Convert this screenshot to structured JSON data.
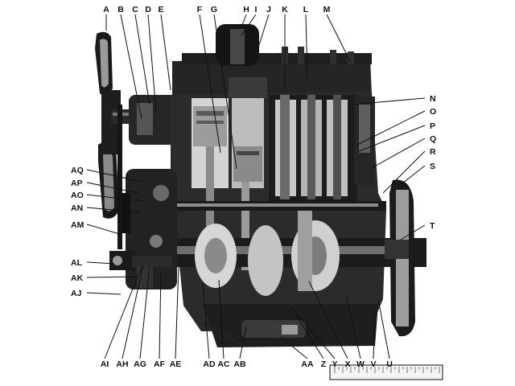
{
  "labels": {
    "top": [
      "A",
      "B",
      "C",
      "D",
      "E",
      "F",
      "G",
      "H",
      "I",
      "J",
      "K",
      "L",
      "M"
    ],
    "right": [
      "N",
      "O",
      "P",
      "Q",
      "R",
      "S",
      "T"
    ],
    "bottom": [
      "U",
      "V",
      "W",
      "X",
      "Y",
      "Z",
      "AA",
      "AB",
      "AC",
      "AD",
      "AE",
      "AF",
      "AG",
      "AH",
      "AI"
    ],
    "left": [
      "AJ",
      "AK",
      "AL",
      "AM",
      "AN",
      "AO",
      "AP",
      "AQ"
    ]
  },
  "colors": {
    "ink": "#111111",
    "block": "#2b2b2b",
    "shadow": "#0d0d0d",
    "highlight": "#cfcfcf",
    "midtone": "#6e6e6e",
    "paper": "#ffffff"
  }
}
